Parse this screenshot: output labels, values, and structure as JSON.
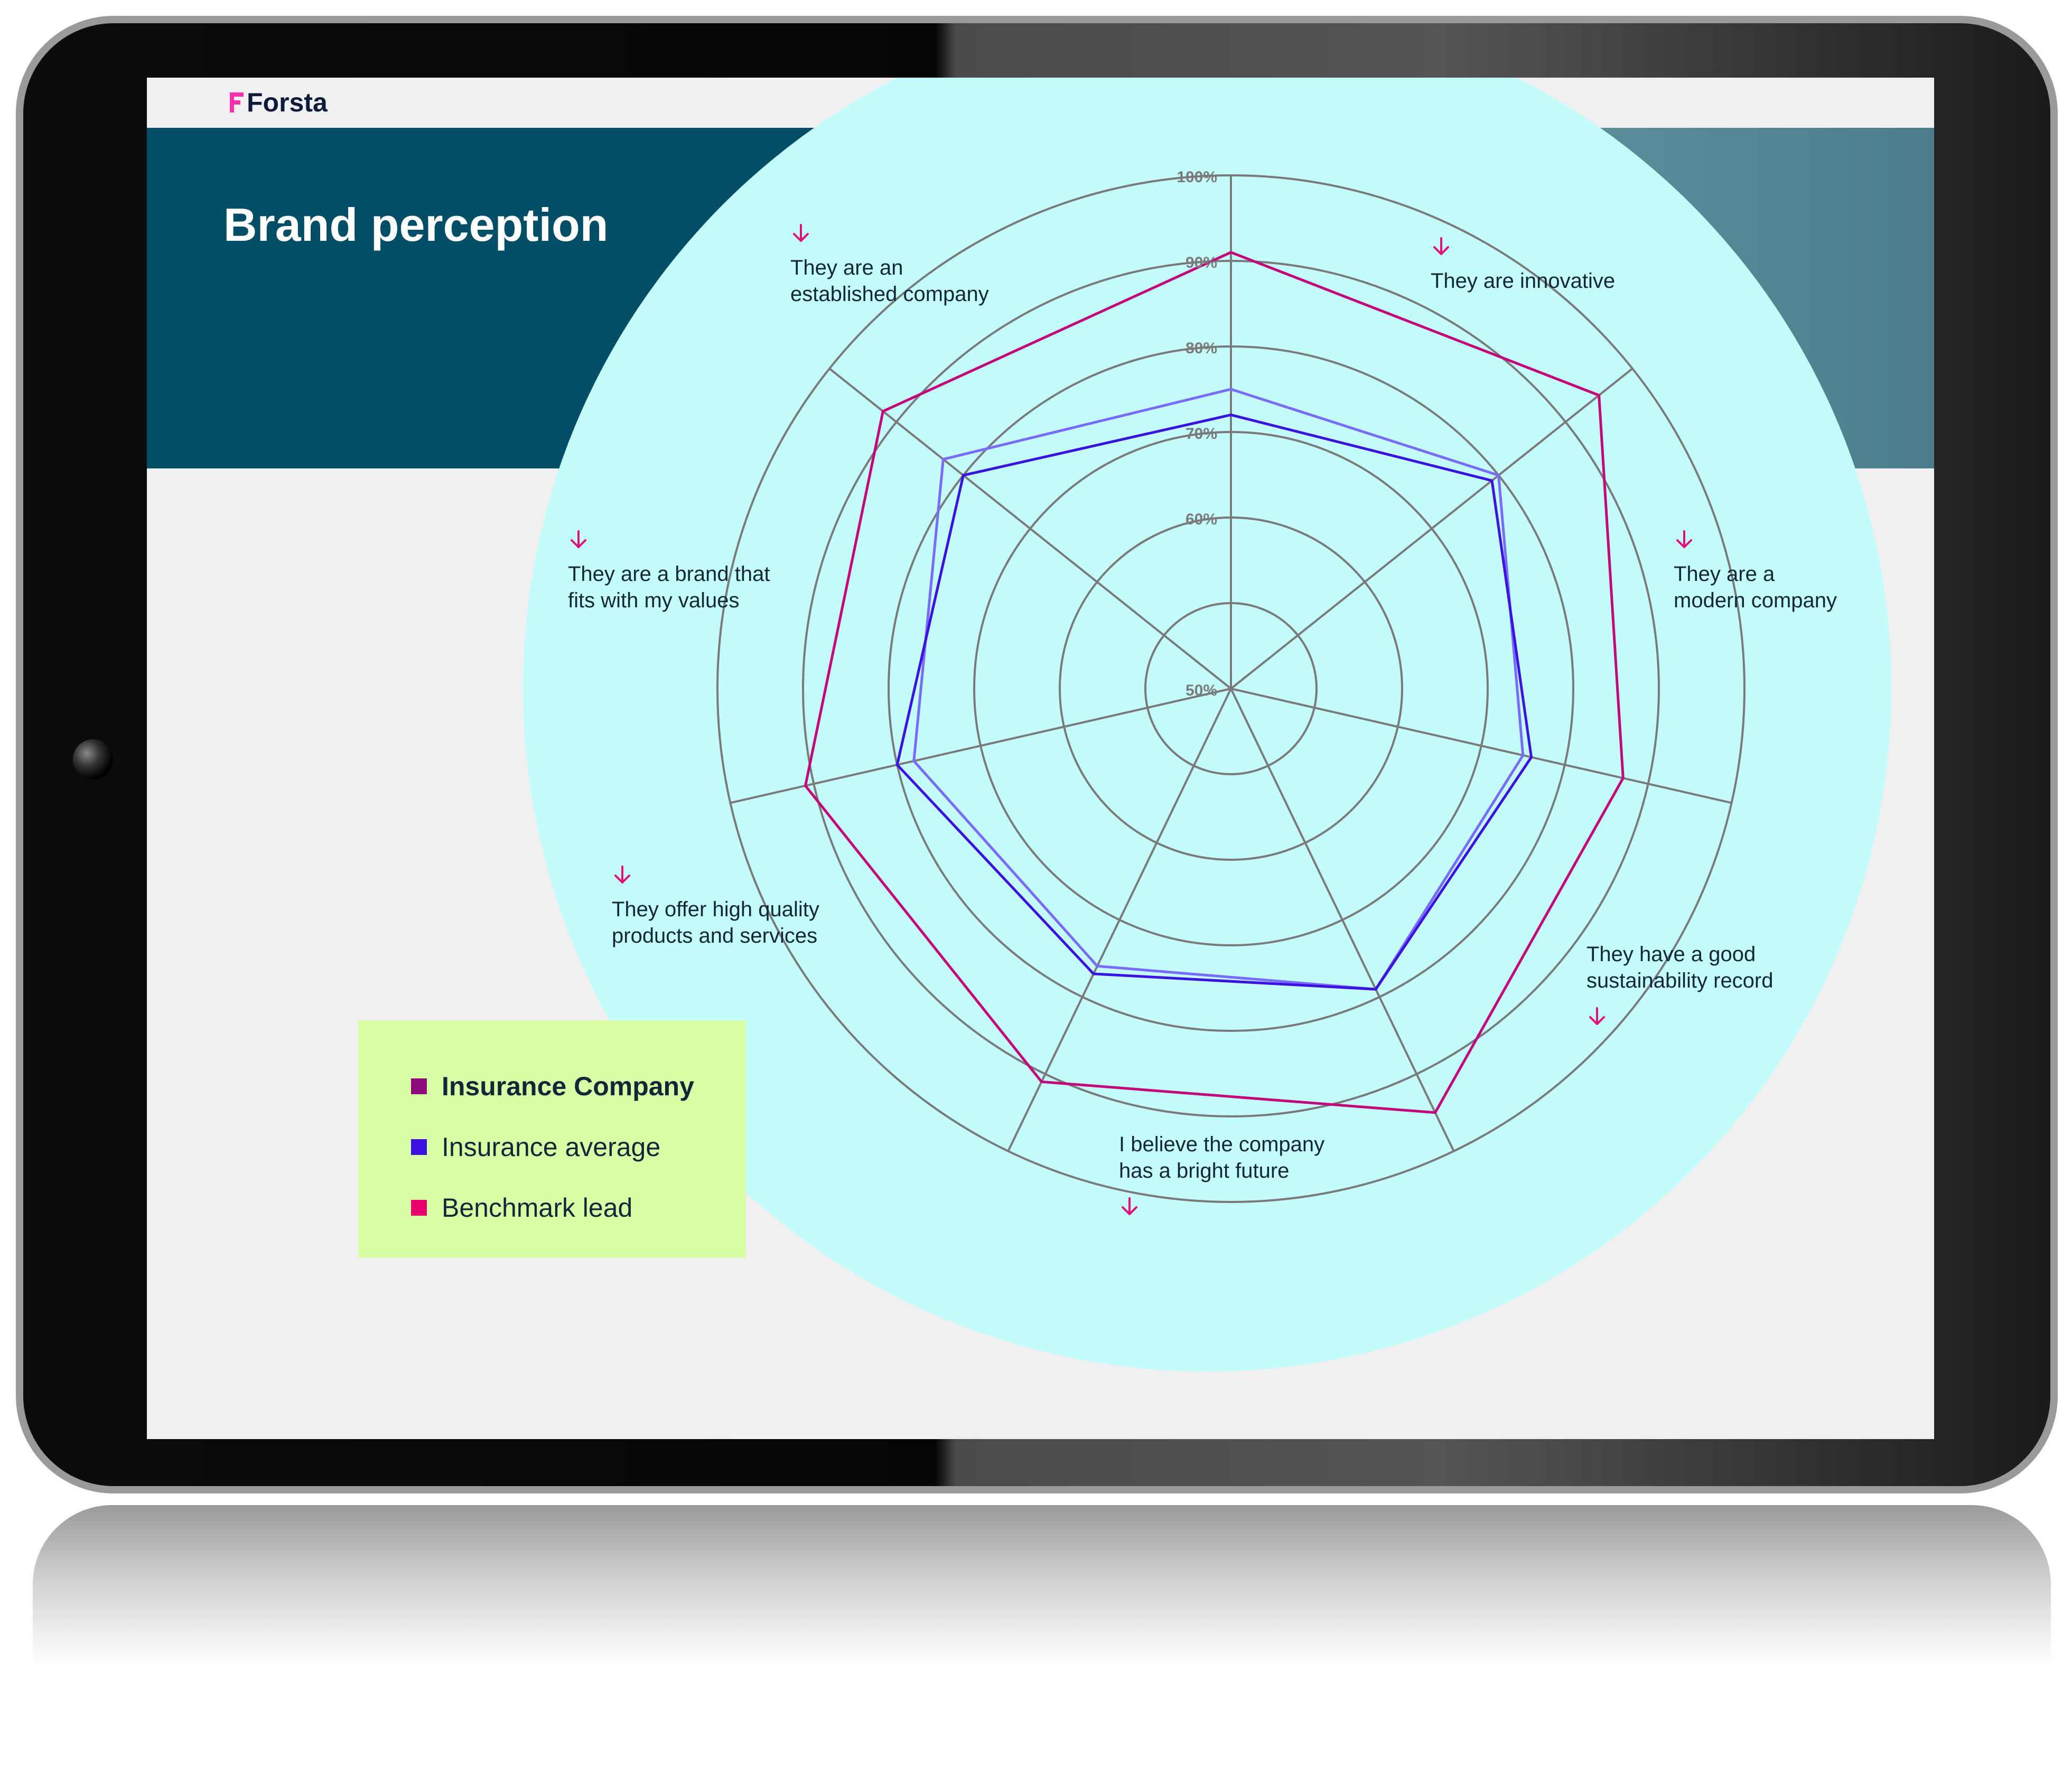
{
  "brand": {
    "name": "Forsta"
  },
  "page": {
    "title": "Brand perception"
  },
  "colors": {
    "insurance_company": "#8e0b7e",
    "insurance_average": "#3c12e0",
    "benchmark_lead": "#e8006f",
    "second_line": "#6d6bff",
    "hero": "#024e66",
    "circle_bg": "#c4fbfb",
    "legend_bg": "#d8ffa6"
  },
  "legend": {
    "items": [
      {
        "label": "Insurance Company",
        "color": "#8e0b7e",
        "bold": true
      },
      {
        "label": "Insurance average",
        "color": "#3c12e0",
        "bold": false
      },
      {
        "label": "Benchmark lead",
        "color": "#e8006f",
        "bold": false
      }
    ]
  },
  "chart_data": {
    "type": "radar",
    "title": "",
    "axes": [
      {
        "lines": [
          "They are innovative"
        ]
      },
      {
        "lines": [
          "They are a",
          "modern company"
        ]
      },
      {
        "lines": [
          "They have a good",
          "sustainability record"
        ]
      },
      {
        "lines": [
          "I believe the company",
          "has a bright future"
        ]
      },
      {
        "lines": [
          "They offer high quality",
          "products and services"
        ]
      },
      {
        "lines": [
          "They are a brand that",
          "fits with my values"
        ]
      },
      {
        "lines": [
          "They are an",
          "established company"
        ]
      }
    ],
    "rlim": [
      50,
      100
    ],
    "ticks": [
      {
        "value": 50,
        "label": "50%"
      },
      {
        "value": 60,
        "label": "60%"
      },
      {
        "value": 70,
        "label": "70%"
      },
      {
        "value": 80,
        "label": "80%"
      },
      {
        "value": 90,
        "label": "90%"
      },
      {
        "value": 100,
        "label": "100%"
      }
    ],
    "series": [
      {
        "color": "#c2087a",
        "values": [
          91,
          95,
          87,
          95,
          91,
          91,
          92
        ]
      },
      {
        "color": "#7a6bff",
        "values": [
          75,
          80,
          75,
          79,
          76,
          78,
          83
        ]
      },
      {
        "color": "#3c12e0",
        "values": [
          72,
          79,
          76,
          79,
          77,
          80,
          80
        ]
      }
    ]
  }
}
